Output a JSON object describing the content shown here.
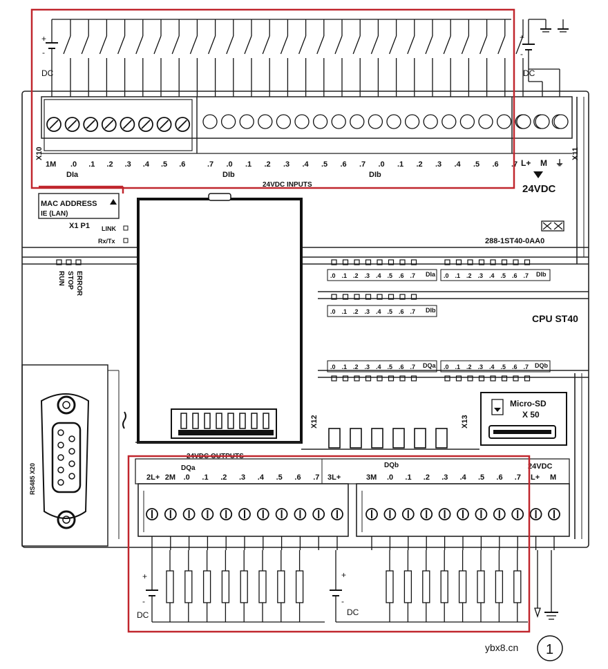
{
  "top": {
    "dc_label": "DC",
    "plus": "+",
    "minus": "-",
    "x10": "X10",
    "x11": "X11",
    "terminal_labels": [
      "1M",
      ".0",
      ".1",
      ".2",
      ".3",
      ".4",
      ".5",
      ".6",
      ".7",
      ".0",
      ".1",
      ".2",
      ".3",
      ".4",
      ".5",
      ".6",
      ".7",
      ".0",
      ".1",
      ".2",
      ".3",
      ".4",
      ".5",
      ".6",
      ".7"
    ],
    "group_labels": [
      "DIa",
      "DIb",
      "DIb"
    ],
    "power_labels": [
      "L+",
      "M",
      "⏚"
    ],
    "banner": "24VDC INPUTS",
    "supply": "24VDC"
  },
  "mid": {
    "mac": "MAC ADDRESS",
    "lan": "IE (LAN)",
    "x1p1": "X1 P1",
    "link": "LINK",
    "rxtx": "Rx/Tx",
    "part": "288-1ST40-0AA0",
    "cpu": "CPU ST40",
    "status": [
      "RUN",
      "STOP",
      "ERROR"
    ],
    "led_row_labels": [
      ".0",
      ".1",
      ".2",
      ".3",
      ".4",
      ".5",
      ".6",
      ".7"
    ],
    "dia": "DIa",
    "dib": "DIb",
    "dqa": "DQa",
    "dqb": "DQb",
    "x12": "X12",
    "x13": "X13",
    "sd": "Micro-SD",
    "x50": "X 50",
    "rs485": "RS485 X20"
  },
  "bottom": {
    "banner": "24VDC OUTPUTS",
    "dqa": "DQa",
    "dqb": "DQb",
    "terminal_labels": [
      "2L+",
      "2M",
      ".0",
      ".1",
      ".2",
      ".3",
      ".4",
      ".5",
      ".6",
      ".7",
      "3L+",
      "3M",
      ".0",
      ".1",
      ".2",
      ".3",
      ".4",
      ".5",
      ".6",
      ".7"
    ],
    "power_labels": [
      "L+",
      "M"
    ],
    "supply": "24VDC",
    "dc_label": "DC",
    "plus": "+",
    "minus": "-"
  },
  "callout": "1",
  "watermark": "ybx8.cn"
}
